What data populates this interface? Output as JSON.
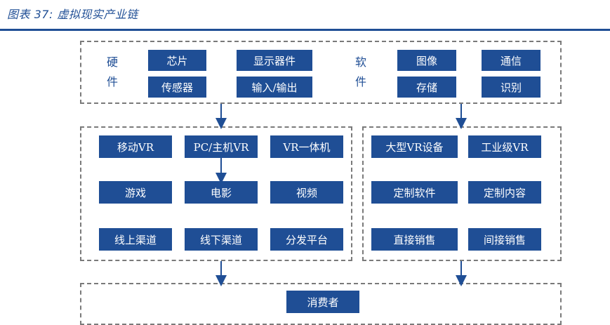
{
  "title": "图表 37: 虚拟现实产业链",
  "top": {
    "hardware_label": "硬\n件",
    "software_label": "软\n件",
    "hardware_items": [
      "芯片",
      "显示器件",
      "传感器",
      "输入/输出"
    ],
    "software_items": [
      "图像",
      "通信",
      "存储",
      "识别"
    ]
  },
  "left_group": [
    "移动VR",
    "PC/主机VR",
    "VR一体机",
    "游戏",
    "电影",
    "视频",
    "线上渠道",
    "线下渠道",
    "分发平台"
  ],
  "right_group": [
    "大型VR设备",
    "工业级VR",
    "定制软件",
    "定制内容",
    "直接销售",
    "间接销售"
  ],
  "consumer": "消费者",
  "colors": {
    "box_fill": "#1f4e95",
    "frame": "#7a7a7a",
    "arrow": "#1f4e95"
  }
}
